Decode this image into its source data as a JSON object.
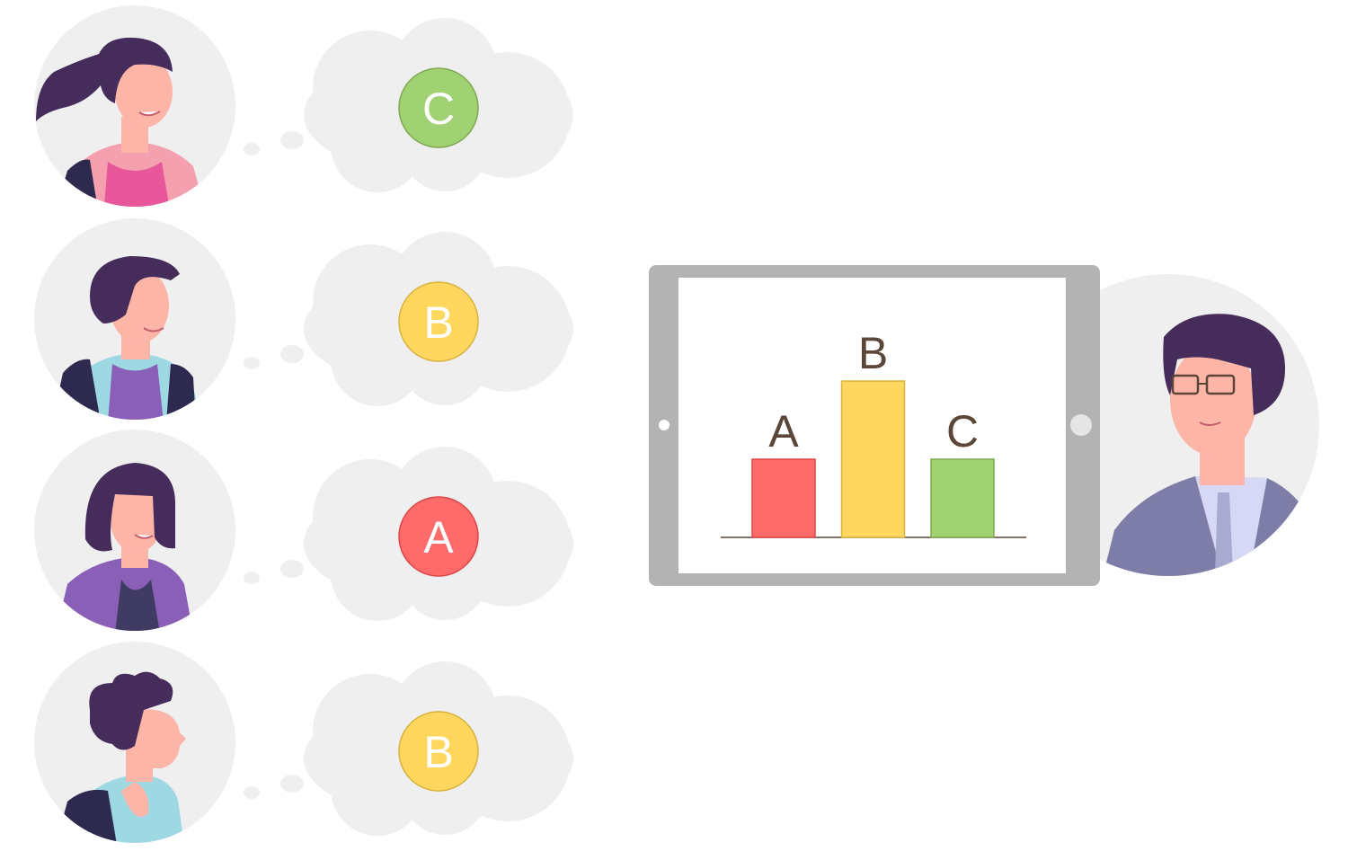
{
  "colors": {
    "answer_a": "#FF6B6B",
    "answer_b": "#FFD75E",
    "answer_c": "#A0D173",
    "bubble": "#EFEFEF",
    "tablet_frame": "#B3B3B3",
    "label_text": "#5B4638",
    "hair": "#452C5A",
    "skin": "#FDB5A8"
  },
  "students": [
    {
      "answer": "C",
      "icon": "student-girl-ponytail-icon",
      "color_key": "answer_c"
    },
    {
      "answer": "B",
      "icon": "student-short-hair-icon",
      "color_key": "answer_b"
    },
    {
      "answer": "A",
      "icon": "student-bob-hair-icon",
      "color_key": "answer_a"
    },
    {
      "answer": "B",
      "icon": "student-curly-hair-icon",
      "color_key": "answer_b"
    }
  ],
  "teacher": {
    "icon": "teacher-with-glasses-icon"
  },
  "tablet": {
    "icon": "tablet-icon"
  },
  "chart_data": {
    "type": "bar",
    "categories": [
      "A",
      "B",
      "C"
    ],
    "values": [
      1,
      2,
      1
    ],
    "title": "",
    "xlabel": "",
    "ylabel": "",
    "ylim": [
      0,
      2
    ],
    "grid": false,
    "colors": [
      "#FF6B6B",
      "#FFD75E",
      "#A0D173"
    ]
  }
}
